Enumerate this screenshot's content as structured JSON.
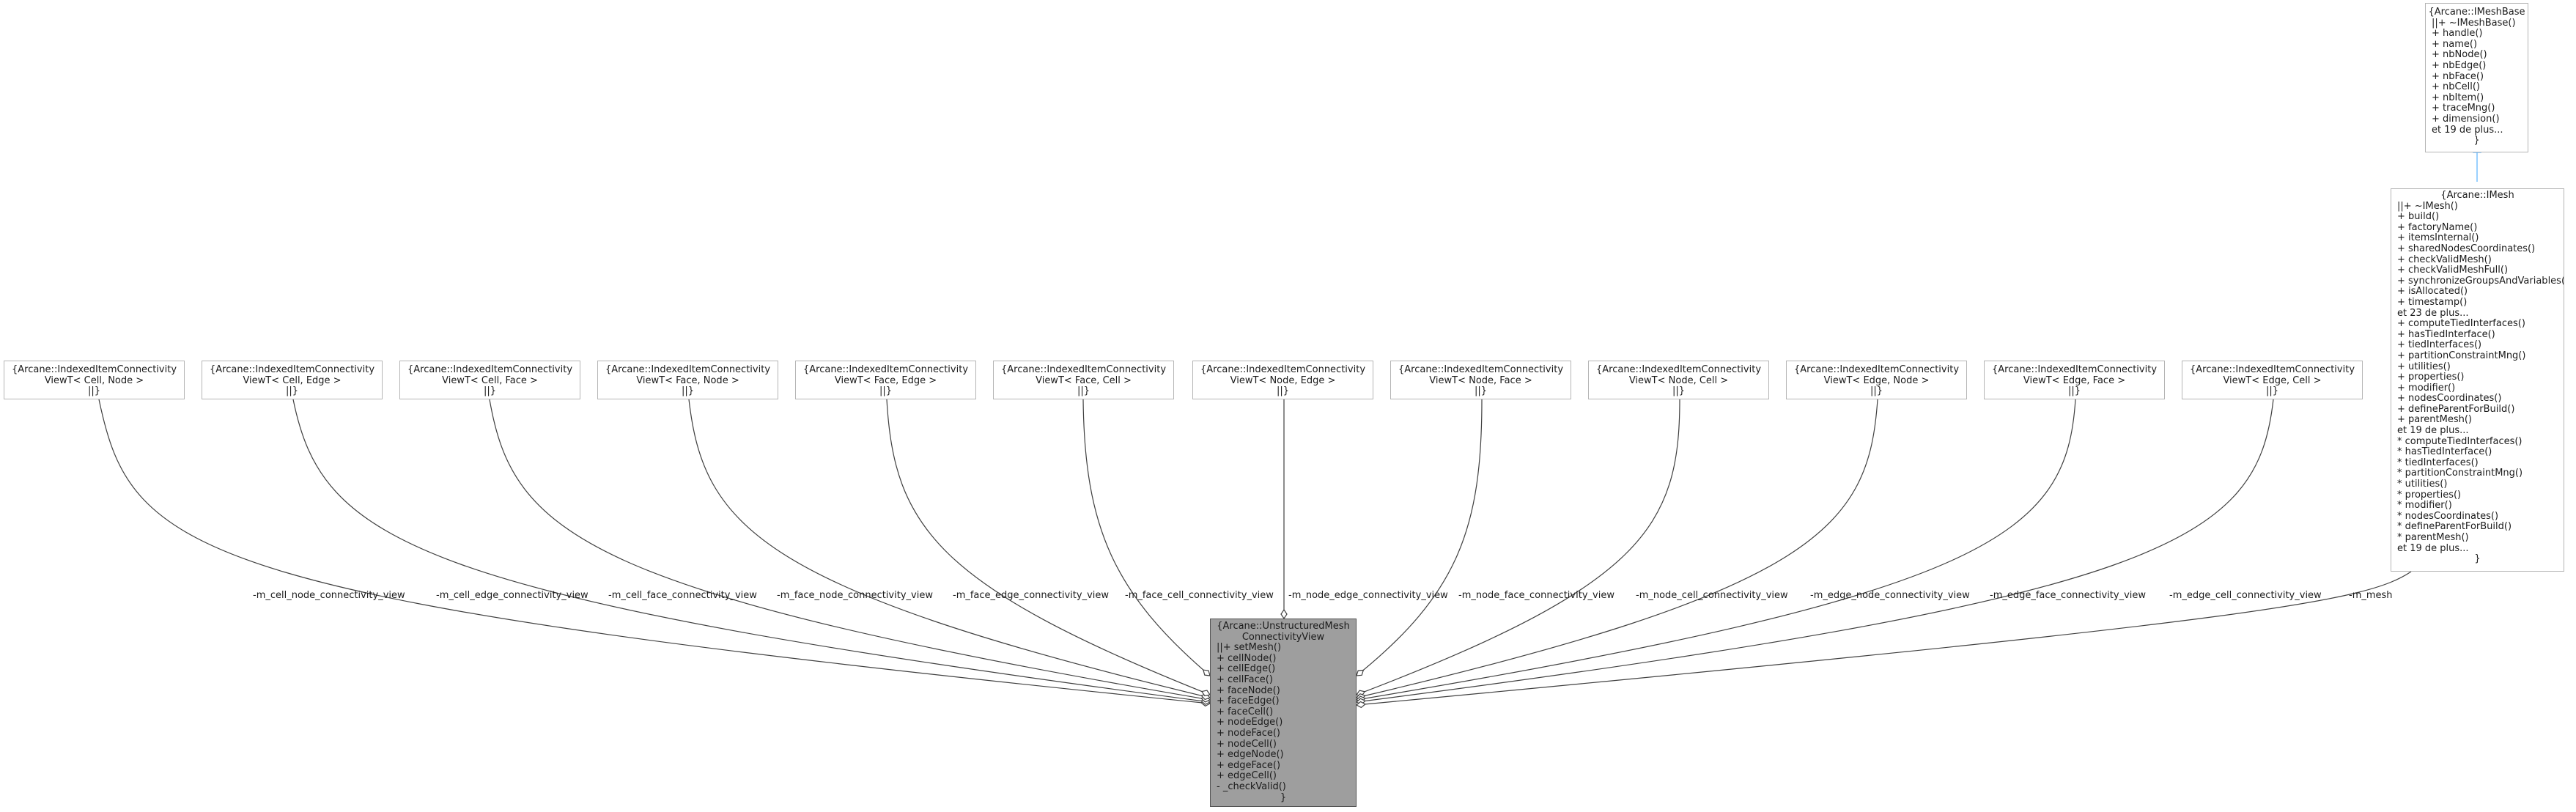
{
  "diagram": {
    "edge_color": "#404040",
    "inherit_color": "#63b8ff",
    "focus_fill": "#9e9e9e",
    "nodes": {
      "n0": {
        "title": [
          "{Arcane::IndexedItemConnectivity",
          "ViewT< Cell, Node >"
        ],
        "members": [],
        "close": "||}"
      },
      "n1": {
        "title": [
          "{Arcane::IndexedItemConnectivity",
          "ViewT< Cell, Edge >"
        ],
        "members": [],
        "close": "||}"
      },
      "n2": {
        "title": [
          "{Arcane::IndexedItemConnectivity",
          "ViewT< Cell, Face >"
        ],
        "members": [],
        "close": "||}"
      },
      "n3": {
        "title": [
          "{Arcane::IndexedItemConnectivity",
          "ViewT< Face, Node >"
        ],
        "members": [],
        "close": "||}"
      },
      "n4": {
        "title": [
          "{Arcane::IndexedItemConnectivity",
          "ViewT< Face, Edge >"
        ],
        "members": [],
        "close": "||}"
      },
      "n5": {
        "title": [
          "{Arcane::IndexedItemConnectivity",
          "ViewT< Face, Cell >"
        ],
        "members": [],
        "close": "||}"
      },
      "n6": {
        "title": [
          "{Arcane::IndexedItemConnectivity",
          "ViewT< Node, Edge >"
        ],
        "members": [],
        "close": "||}"
      },
      "n7": {
        "title": [
          "{Arcane::IndexedItemConnectivity",
          "ViewT< Node, Face >"
        ],
        "members": [],
        "close": "||}"
      },
      "n8": {
        "title": [
          "{Arcane::IndexedItemConnectivity",
          "ViewT< Node, Cell >"
        ],
        "members": [],
        "close": "||}"
      },
      "n9": {
        "title": [
          "{Arcane::IndexedItemConnectivity",
          "ViewT< Edge, Node >"
        ],
        "members": [],
        "close": "||}"
      },
      "n10": {
        "title": [
          "{Arcane::IndexedItemConnectivity",
          "ViewT< Edge, Face >"
        ],
        "members": [],
        "close": "||}"
      },
      "n11": {
        "title": [
          "{Arcane::IndexedItemConnectivity",
          "ViewT< Edge, Cell >"
        ],
        "members": [],
        "close": "||}"
      },
      "imeshbase": {
        "title": [
          "{Arcane::IMeshBase"
        ],
        "members": [
          "||+ ~IMeshBase()",
          "+ handle()",
          "+ name()",
          "+ nbNode()",
          "+ nbEdge()",
          "+ nbFace()",
          "+ nbCell()",
          "+ nbItem()",
          "+ traceMng()",
          "+ dimension()",
          "et 19 de plus..."
        ],
        "close": "}"
      },
      "imesh": {
        "title": [
          "{Arcane::IMesh"
        ],
        "members": [
          "||+ ~IMesh()",
          "+ build()",
          "+ factoryName()",
          "+ itemsInternal()",
          "+ sharedNodesCoordinates()",
          "+ checkValidMesh()",
          "+ checkValidMeshFull()",
          "+ synchronizeGroupsAndVariables()",
          "+ isAllocated()",
          "+ timestamp()",
          "et 23 de plus...",
          "+ computeTiedInterfaces()",
          "+ hasTiedInterface()",
          "+ tiedInterfaces()",
          "+ partitionConstraintMng()",
          "+ utilities()",
          "+ properties()",
          "+ modifier()",
          "+ nodesCoordinates()",
          "+ defineParentForBuild()",
          "+ parentMesh()",
          "et 19 de plus...",
          "* computeTiedInterfaces()",
          "* hasTiedInterface()",
          "* tiedInterfaces()",
          "* partitionConstraintMng()",
          "* utilities()",
          "* properties()",
          "* modifier()",
          "* nodesCoordinates()",
          "* defineParentForBuild()",
          "* parentMesh()",
          "et 19 de plus..."
        ],
        "close": "}"
      },
      "focus": {
        "title": [
          "{Arcane::UnstructuredMesh",
          "ConnectivityView"
        ],
        "members": [
          "||+ setMesh()",
          "+ cellNode()",
          "+ cellEdge()",
          "+ cellFace()",
          "+ faceNode()",
          "+ faceEdge()",
          "+ faceCell()",
          "+ nodeEdge()",
          "+ nodeFace()",
          "+ nodeCell()",
          "+ edgeNode()",
          "+ edgeFace()",
          "+ edgeCell()",
          "- _checkValid()"
        ],
        "close": "}"
      }
    },
    "edges": [
      {
        "from": "n0",
        "label": "-m_cell_node_connectivity_view"
      },
      {
        "from": "n1",
        "label": "-m_cell_edge_connectivity_view"
      },
      {
        "from": "n2",
        "label": "-m_cell_face_connectivity_view"
      },
      {
        "from": "n3",
        "label": "-m_face_node_connectivity_view"
      },
      {
        "from": "n4",
        "label": "-m_face_edge_connectivity_view"
      },
      {
        "from": "n5",
        "label": "-m_face_cell_connectivity_view"
      },
      {
        "from": "n6",
        "label": "-m_node_edge_connectivity_view"
      },
      {
        "from": "n7",
        "label": "-m_node_face_connectivity_view"
      },
      {
        "from": "n8",
        "label": "-m_node_cell_connectivity_view"
      },
      {
        "from": "n9",
        "label": "-m_edge_node_connectivity_view"
      },
      {
        "from": "n10",
        "label": "-m_edge_face_connectivity_view"
      },
      {
        "from": "n11",
        "label": "-m_edge_cell_connectivity_view"
      },
      {
        "from": "imesh",
        "label": "-m_mesh"
      }
    ]
  }
}
